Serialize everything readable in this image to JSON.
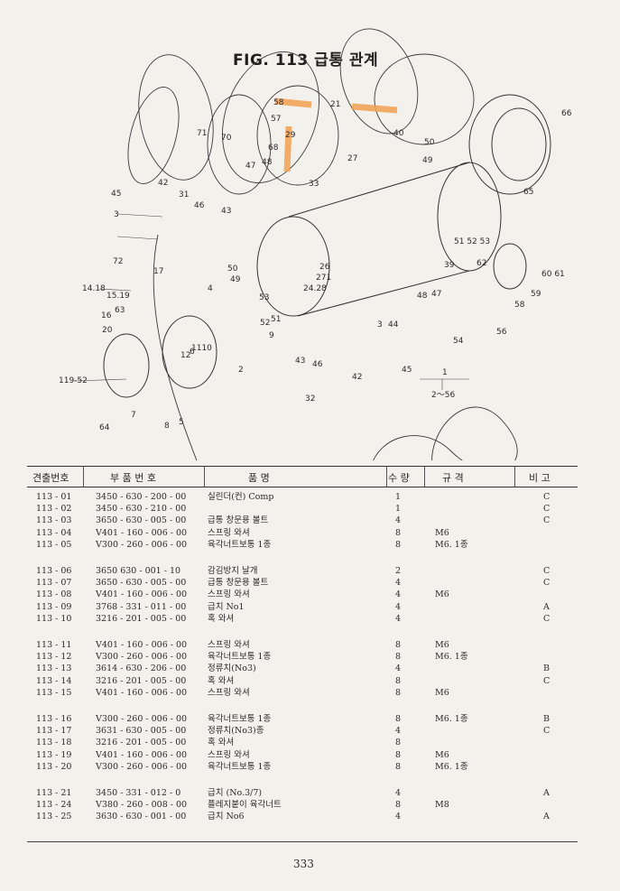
{
  "figure": {
    "title": "FIG. 113 급통 관계",
    "callouts": [
      "45",
      "3",
      "72",
      "17",
      "14.18",
      "15.19",
      "16",
      "63",
      "20",
      "119-52",
      "64",
      "7",
      "8",
      "5",
      "6",
      "1110",
      "12",
      "2",
      "9",
      "4",
      "50",
      "49",
      "53",
      "52",
      "51",
      "31",
      "42",
      "71",
      "70",
      "47",
      "48",
      "68",
      "58",
      "57",
      "29",
      "21",
      "33",
      "46",
      "43",
      "27",
      "40",
      "50",
      "49",
      "66",
      "65",
      "39",
      "26",
      "271",
      "24.28",
      "48",
      "47",
      "44",
      "3",
      "51 52 53",
      "62",
      "59",
      "60 61",
      "58",
      "56",
      "54",
      "43",
      "46",
      "42",
      "45",
      "1",
      "2～56",
      "32"
    ],
    "highlight_color": "#f0a050"
  },
  "table": {
    "headers": [
      "견출번호",
      "부 품 번 호",
      "품 명",
      "수 량",
      "규 격",
      "비 고"
    ],
    "groups": [
      [
        {
          "no": "113 - 01",
          "part": "3450 - 630 - 200 - 00",
          "name": "실린더(컨) Comp",
          "qty": "1",
          "spec": "",
          "note": "C"
        },
        {
          "no": "113 - 02",
          "part": "3450 - 630 - 210 - 00",
          "name": "",
          "qty": "1",
          "spec": "",
          "note": "C"
        },
        {
          "no": "113 - 03",
          "part": "3650 - 630 - 005 - 00",
          "name": "급통 창문용 볼트",
          "qty": "4",
          "spec": "",
          "note": "C"
        },
        {
          "no": "113 - 04",
          "part": "V401 - 160 - 006 - 00",
          "name": "스프링 와셔",
          "qty": "8",
          "spec": "M6",
          "note": ""
        },
        {
          "no": "113 - 05",
          "part": "V300 - 260 - 006 - 00",
          "name": "육각너트보통 1종",
          "qty": "8",
          "spec": "M6. 1종",
          "note": ""
        }
      ],
      [
        {
          "no": "113 - 06",
          "part": "3650 630 - 001 - 10",
          "name": "감김방지 날개",
          "qty": "2",
          "spec": "",
          "note": "C"
        },
        {
          "no": "113 - 07",
          "part": "3650 - 630 - 005 - 00",
          "name": "급통 창문용 볼트",
          "qty": "4",
          "spec": "",
          "note": "C"
        },
        {
          "no": "113 - 08",
          "part": "V401 - 160 - 006 - 00",
          "name": "스프링 와셔",
          "qty": "4",
          "spec": "M6",
          "note": ""
        },
        {
          "no": "113 - 09",
          "part": "3768 - 331 - 011 - 00",
          "name": "급치 No1",
          "qty": "4",
          "spec": "",
          "note": "A"
        },
        {
          "no": "113 - 10",
          "part": "3216 - 201 - 005 - 00",
          "name": "혹 와셔",
          "qty": "4",
          "spec": "",
          "note": "C"
        }
      ],
      [
        {
          "no": "113 - 11",
          "part": "V401 - 160 - 006 - 00",
          "name": "스프링 와셔",
          "qty": "8",
          "spec": "M6",
          "note": ""
        },
        {
          "no": "113 - 12",
          "part": "V300 - 260 - 006 - 00",
          "name": "육각너트보통 1종",
          "qty": "8",
          "spec": "M6. 1종",
          "note": ""
        },
        {
          "no": "113 - 13",
          "part": "3614 - 630 - 206 - 00",
          "name": "정류치(No3)",
          "qty": "4",
          "spec": "",
          "note": "B"
        },
        {
          "no": "113 - 14",
          "part": "3216 - 201 - 005 - 00",
          "name": "혹 와셔",
          "qty": "8",
          "spec": "",
          "note": "C"
        },
        {
          "no": "113 - 15",
          "part": "V401 - 160 - 006 - 00",
          "name": "스프링 와셔",
          "qty": "8",
          "spec": "M6",
          "note": ""
        }
      ],
      [
        {
          "no": "113 - 16",
          "part": "V300 - 260 - 006 - 00",
          "name": "육각너트보통 1종",
          "qty": "8",
          "spec": "M6. 1종",
          "note": "B"
        },
        {
          "no": "113 - 17",
          "part": "3631 - 630 - 005 - 00",
          "name": "정류치(No3)종",
          "qty": "4",
          "spec": "",
          "note": "C"
        },
        {
          "no": "113 - 18",
          "part": "3216 - 201 - 005 - 00",
          "name": "혹 와셔",
          "qty": "8",
          "spec": "",
          "note": ""
        },
        {
          "no": "113 - 19",
          "part": "V401 - 160 - 006 - 00",
          "name": "스프링 와셔",
          "qty": "8",
          "spec": "M6",
          "note": ""
        },
        {
          "no": "113 - 20",
          "part": "V300 - 260 - 006 - 00",
          "name": "육각너트보통 1종",
          "qty": "8",
          "spec": "M6. 1종",
          "note": ""
        }
      ],
      [
        {
          "no": "113 - 21",
          "part": "3450 - 331 - 012 - 0",
          "name": "급치 (No.3/7)",
          "qty": "4",
          "spec": "",
          "note": "A"
        },
        {
          "no": "113 - 24",
          "part": "V380 - 260 - 008 - 00",
          "name": "플레지붙이 육각너트",
          "qty": "8",
          "spec": "M8",
          "note": ""
        },
        {
          "no": "113 - 25",
          "part": "3630 - 630 - 001 - 00",
          "name": "급치 No6",
          "qty": "4",
          "spec": "",
          "note": "A"
        }
      ]
    ]
  },
  "page_number": "333"
}
